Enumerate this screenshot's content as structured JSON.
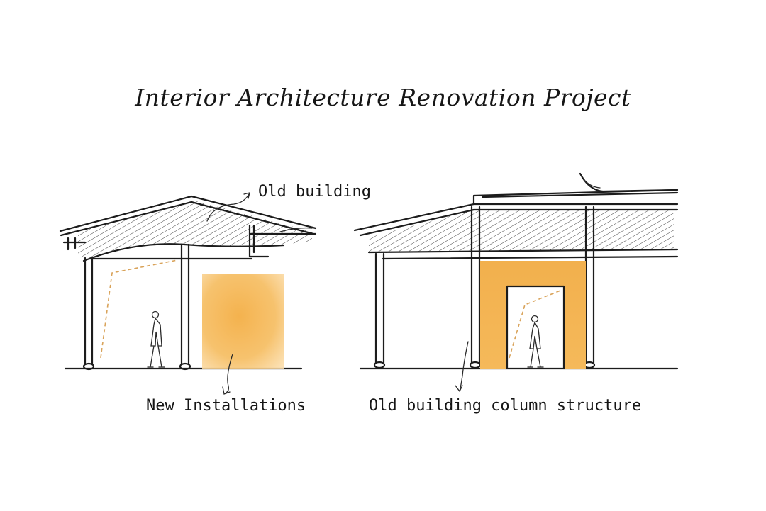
{
  "title": "Interior Architecture Renovation Project",
  "labels": {
    "old_building": "Old building",
    "new_installations": "New Installations",
    "column_structure": "Old building column structure"
  },
  "colors": {
    "installation": "#f4b24e",
    "ink": "#1c1c1c",
    "dashed_path": "#d9a35a"
  }
}
